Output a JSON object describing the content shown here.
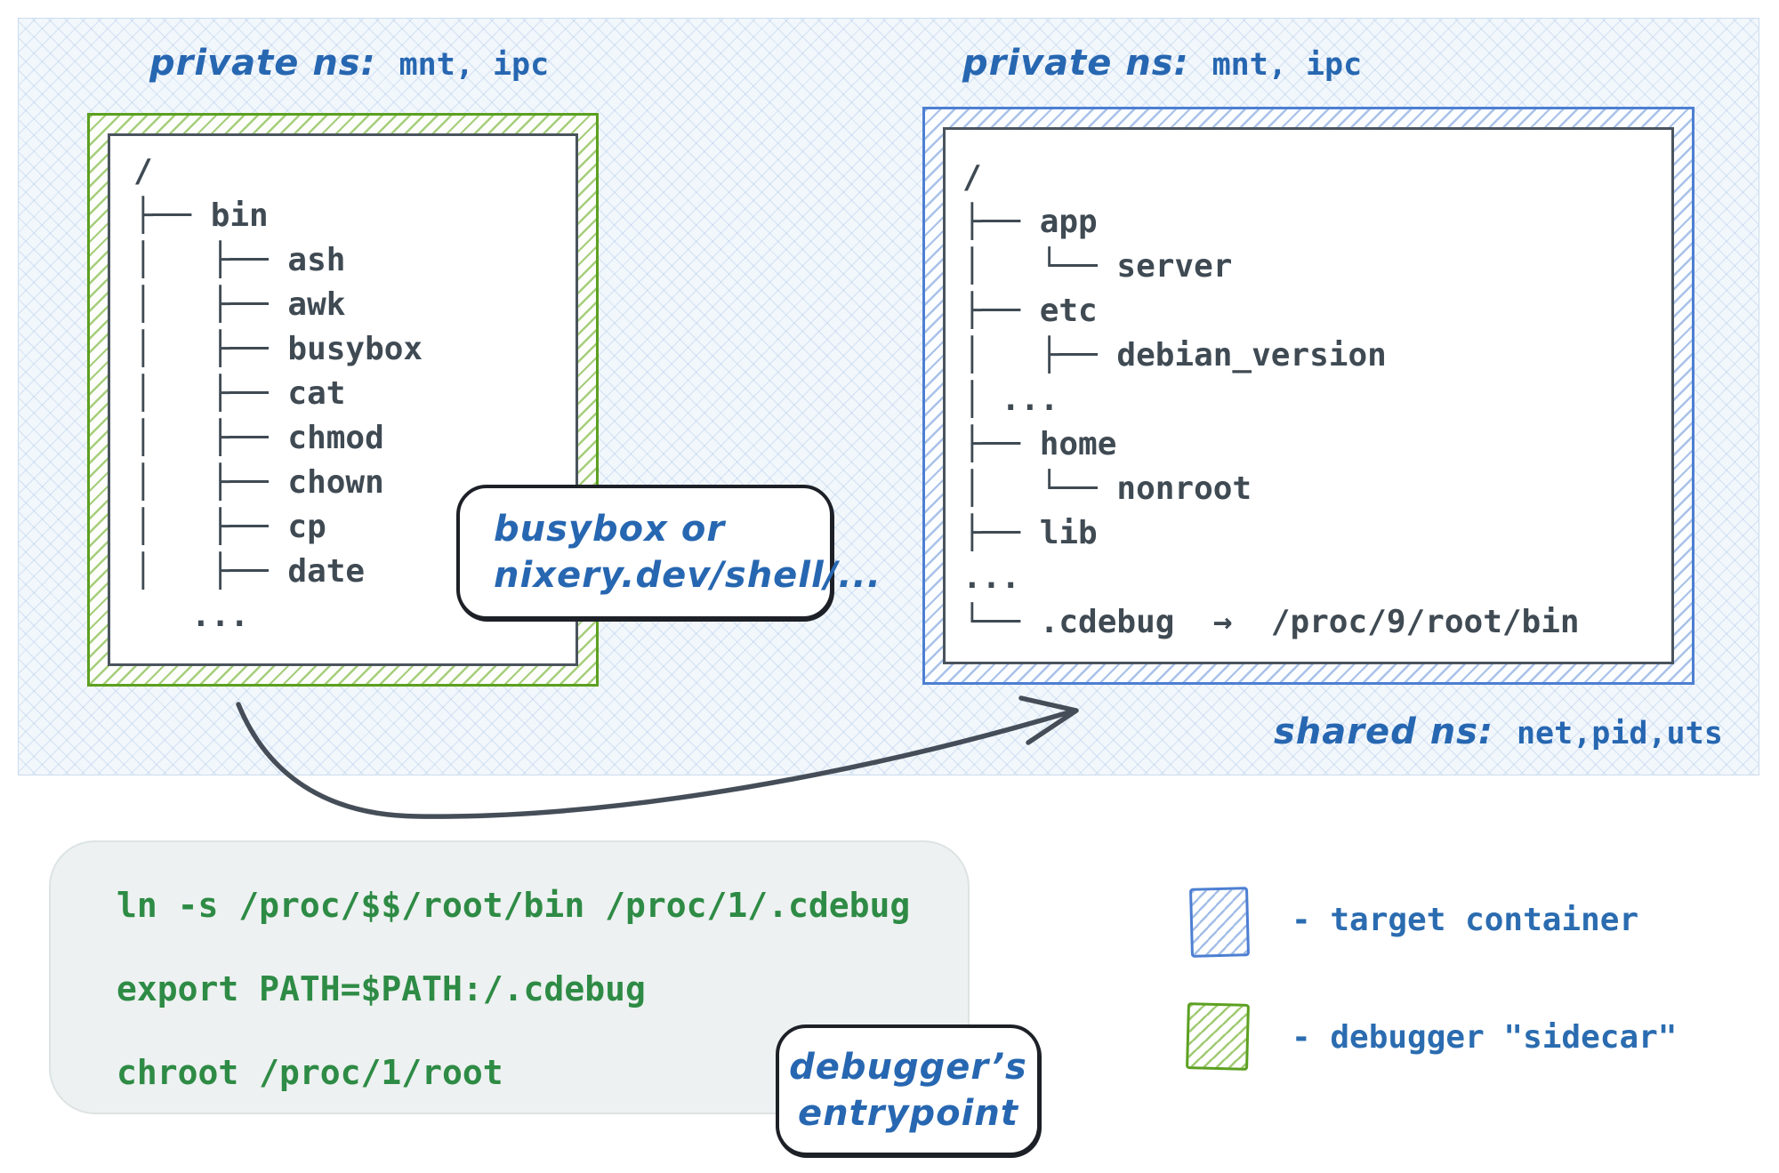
{
  "diagram": {
    "left_ns": {
      "hand": "private ns:",
      "mono": "mnt, ipc"
    },
    "right_ns": {
      "hand": "private ns:",
      "mono": "mnt, ipc"
    },
    "shared_ns": {
      "hand": "shared ns:",
      "mono": "net,pid,uts"
    },
    "sidecar_tree": [
      "/",
      "├── bin",
      "│   ├── ash",
      "│   ├── awk",
      "│   ├── busybox",
      "│   ├── cat",
      "│   ├── chmod",
      "│   ├── chown",
      "│   ├── cp",
      "│   ├── date",
      "   ..."
    ],
    "target_tree": [
      "/",
      "├── app",
      "│   └── server",
      "├── etc",
      "│   ├── debian_version",
      "│ ...",
      "├── home",
      "│   └── nonroot",
      "├── lib",
      "...",
      "└── .cdebug  →  /proc/9/root/bin"
    ],
    "image_hint_bubble": {
      "line1": "busybox or",
      "line2": "nixery.dev/shell/..."
    },
    "entrypoint_bubble": {
      "line1": "debugger’s",
      "line2": "entrypoint"
    },
    "code_lines": [
      "ln -s /proc/$$/root/bin /proc/1/.cdebug",
      "export PATH=$PATH:/.cdebug",
      "chroot /proc/1/root"
    ],
    "legend": {
      "target_label": "- target container",
      "sidecar_label": "- debugger \"sidecar\""
    },
    "colors": {
      "target_accent": "#4d7fd2",
      "sidecar_accent": "#5ca021",
      "handwriting_blue": "#2767b1",
      "code_green": "#2e8b45",
      "tree_text": "#3f4a53",
      "panel_bg": "#f2f7fc"
    }
  }
}
